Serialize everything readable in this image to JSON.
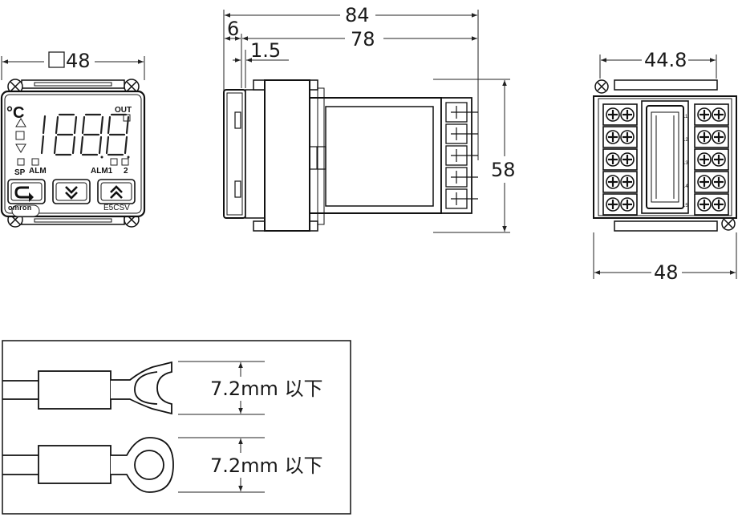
{
  "front_view": {
    "width_label": "48",
    "unit_label": "°C",
    "digits": "1888",
    "out_label": "OUT",
    "sp_label": "SP",
    "alm_label": "ALM",
    "alm1_label": "ALM1",
    "alm2_label": "2",
    "brand": "omron",
    "model": "E5CSV"
  },
  "side_view": {
    "total_depth": "84",
    "panel_offset": "6",
    "bezel_thickness": "1.5",
    "body_depth": "78",
    "height": "58"
  },
  "rear_view": {
    "top_width": "44.8",
    "bottom_width": "48",
    "terminal_numbers": [
      "11",
      "12",
      "13",
      "14",
      "15"
    ]
  },
  "terminal_box": {
    "fork_note": "7.2mm 以下",
    "ring_note": "7.2mm 以下"
  },
  "icons": {
    "front_buttons": [
      "mode-cycle-icon",
      "down-chevron-icon",
      "up-chevron-icon"
    ],
    "square_symbol": "square-dimension-icon"
  }
}
